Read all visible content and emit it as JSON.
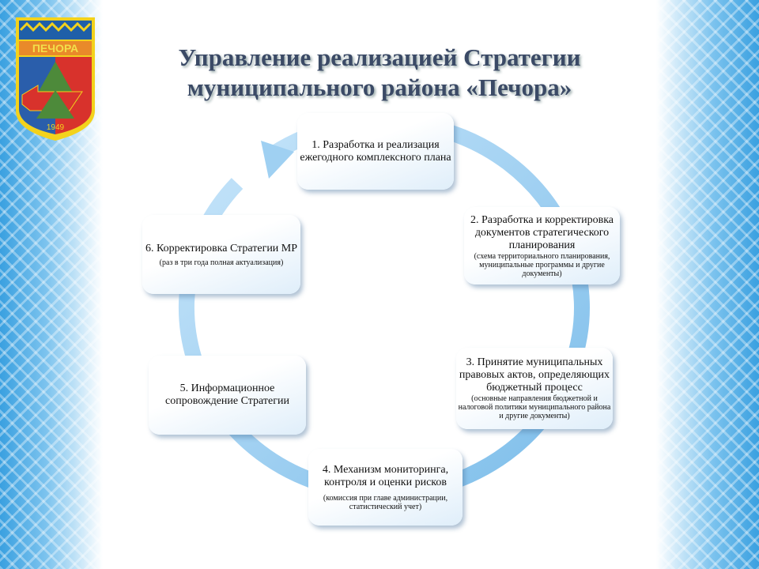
{
  "title": {
    "line1": "Управление реализацией Стратегии",
    "line2": "муниципального района «Печора»"
  },
  "emblem": {
    "name": "ПЕЧОРА",
    "year": "1949"
  },
  "steps": [
    {
      "main": "1. Разработка и реализация ежегодного комплексного плана",
      "note": ""
    },
    {
      "main": "2. Разработка и корректировка документов стратегического планирования",
      "note": "(схема территориального планирования, муниципальные программы и другие документы)"
    },
    {
      "main": "3. Принятие муниципальных правовых актов, определяющих бюджетный процесс",
      "note": "(основные направления бюджетной и налоговой политики муниципального района и другие документы)"
    },
    {
      "main": "4. Механизм мониторинга, контроля и оценки рисков",
      "note": "(комиссия при главе администрации, статистический учет)"
    },
    {
      "main": "5. Информационное сопровождение Стратегии",
      "note": ""
    },
    {
      "main": "6. Корректировка Стратегии МР",
      "note": "(раз в три года полная актуализация)"
    }
  ],
  "colors": {
    "ring": "#9fd0f2",
    "title": "#3b4a66"
  }
}
